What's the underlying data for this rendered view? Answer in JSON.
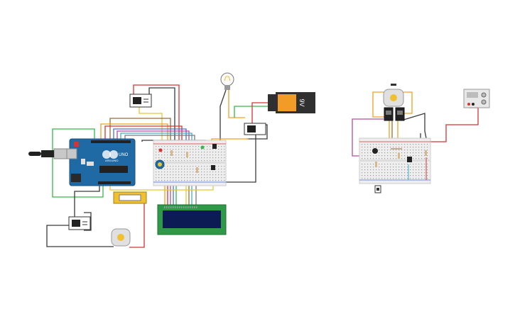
{
  "battery": {
    "label": "9V"
  },
  "arduino": {
    "brand": "UNO",
    "model": "ARDUINO"
  },
  "colors": {
    "background": "#ffffff",
    "arduino_board": "#1f6aa5",
    "breadboard": "#eeeeee",
    "lcd_bezel": "#2e9a48",
    "lcd_screen": "#0d1b55",
    "battery_body": "#f29b26",
    "battery_cap": "#303030",
    "wire_red": "#d63333",
    "wire_black": "#3a3a3a",
    "wire_green": "#3ab54a",
    "wire_yellow": "#e8c532",
    "wire_orange": "#f0a020",
    "wire_magenta": "#b44aa0",
    "wire_blue": "#4a6fd8",
    "wire_brown": "#9a6a3a"
  },
  "icons": [
    "light-bulb-icon",
    "dc-motor-icon",
    "relay-icon",
    "potentiometer-icon",
    "pushbutton-icon",
    "power-supply-icon"
  ]
}
